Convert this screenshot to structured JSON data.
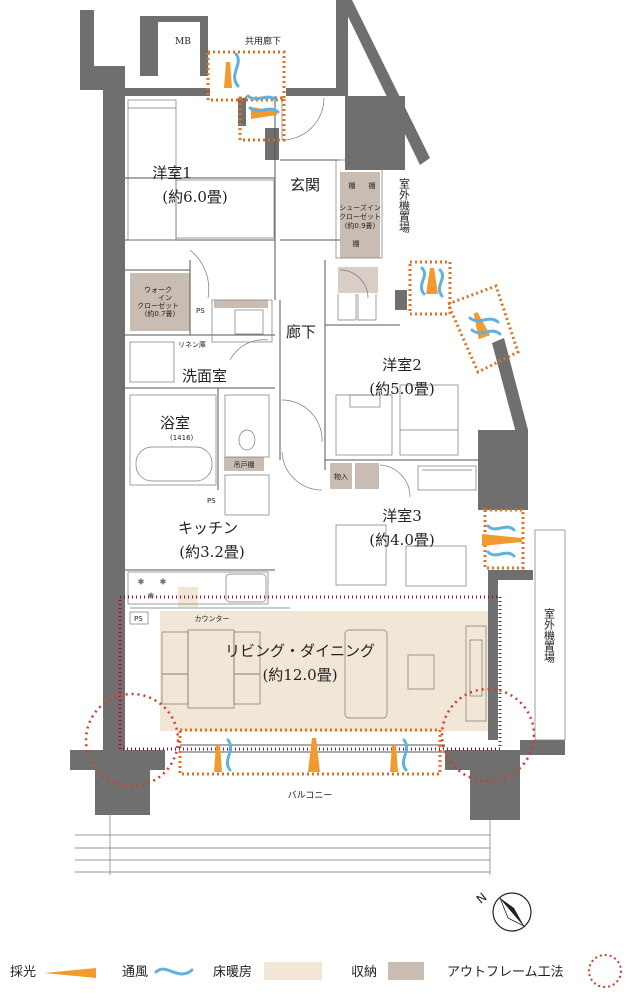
{
  "rooms": {
    "mb": "MB",
    "common_corridor": "共用廊下",
    "western1": "洋室1",
    "western1_size": "(約6.0畳)",
    "entrance": "玄関",
    "shelf1": "棚",
    "shelf2": "棚",
    "shoes_closet": "シューズイン",
    "shoes_closet2": "クローゼット",
    "shoes_size": "(約0.9畳)",
    "shelf3": "棚",
    "walkin_closet1": "ウォーク",
    "walkin_closet2": "イン",
    "walkin_closet3": "クローゼット",
    "walkin_size": "(約0.7畳)",
    "ps1": "PS",
    "linen": "リネン庫",
    "hallway": "廊下",
    "washroom": "洗面室",
    "western2": "洋室2",
    "western2_size": "(約5.0畳)",
    "bath": "浴室",
    "bath_size": "(1416)",
    "shelf4": "吊戸棚",
    "storage": "物入",
    "ps2": "PS",
    "western3": "洋室3",
    "western3_size": "(約4.0畳)",
    "kitchen": "キッチン",
    "kitchen_size": "(約3.2畳)",
    "ps3": "PS",
    "counter": "カウンター",
    "living": "リビング・ダイニング",
    "living_size": "(約12.0畳)",
    "balcony": "バルコニー",
    "outdoor_unit1": "室外機置場",
    "outdoor_unit2": "室外機置場"
  },
  "compass": {
    "north_label": "N"
  },
  "legend": {
    "light_label": "採光",
    "ventilation_label": "通風",
    "floor_heating_label": "床暖房",
    "storage_label": "収納",
    "outframe_label": "アウトフレーム工法"
  },
  "colors": {
    "light": "#f39a2f",
    "ventilation": "#5fb2dd",
    "floor_heating": "#f2e6d6",
    "storage": "#c9bdb3",
    "outframe": "#d43a2f",
    "wall": "#6f6f6f",
    "orange_dots": "#e07020",
    "living_dots": "#8a1a3a"
  }
}
